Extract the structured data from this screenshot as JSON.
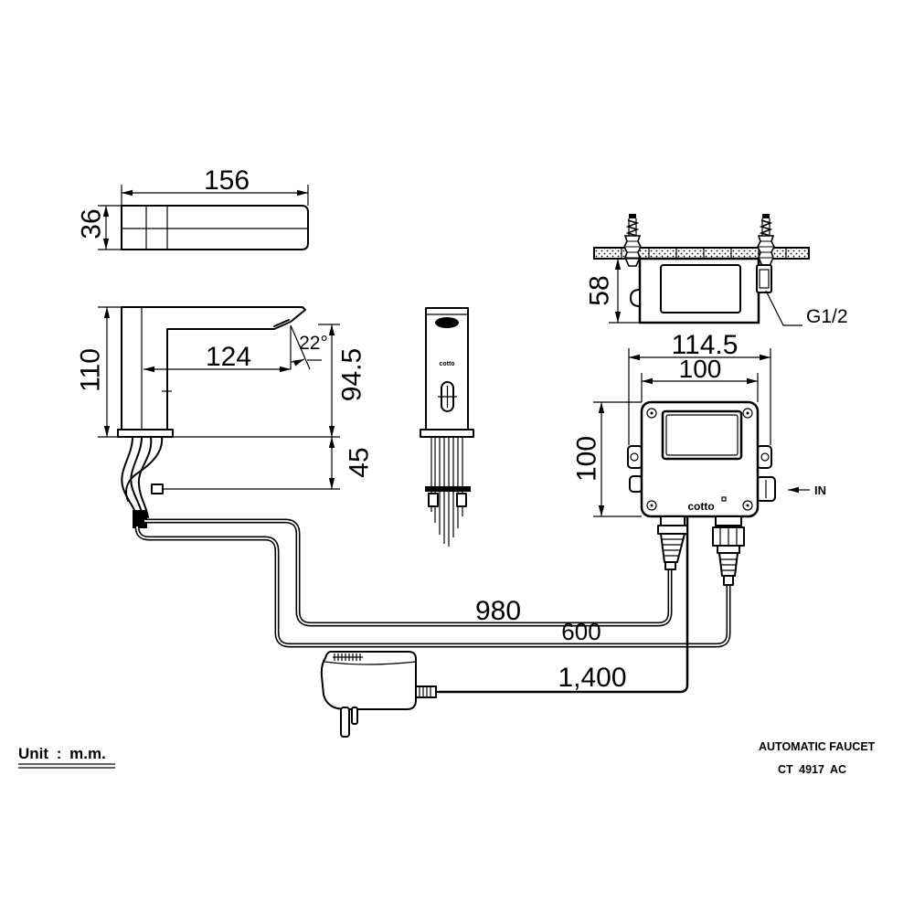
{
  "drawing": {
    "title": "AUTOMATIC FAUCET",
    "model": "CT 4917 AC",
    "unit": "Unit : m.m.",
    "logo_text": "cotto"
  },
  "dimensions": {
    "spout_top_length": "156",
    "spout_top_width": "36",
    "faucet_height": "110",
    "spout_reach": "124",
    "sensor_angle": "22°",
    "spout_height": "94.5",
    "shank_length": "45",
    "box_depth": "58",
    "box_overall_width": "114.5",
    "box_width": "100",
    "box_height": "100",
    "sensor_cable_length": "980",
    "water_hose_length": "600",
    "power_cable_length": "1,400"
  },
  "labels": {
    "inlet_thread": "G1/2",
    "inlet": "IN"
  },
  "colors": {
    "line": "#000000",
    "background": "#ffffff"
  }
}
